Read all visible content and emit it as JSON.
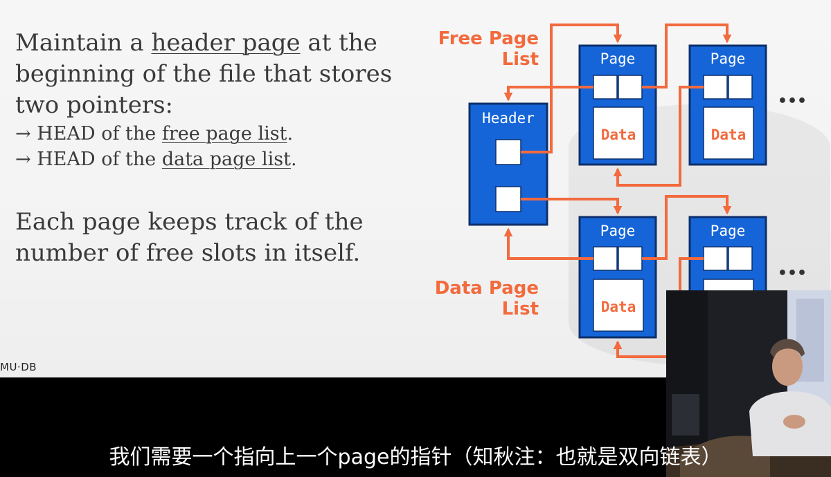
{
  "slide": {
    "para1": {
      "before": "Maintain a ",
      "link": "header page",
      "after": " at the beginning of the file that stores two pointers:"
    },
    "bullets": [
      {
        "arrow": "→",
        "prefix": " HEAD of the ",
        "link": "free page list",
        "suffix": "."
      },
      {
        "arrow": "→",
        "prefix": " HEAD of the ",
        "link": "data page list",
        "suffix": "."
      }
    ],
    "para2": "Each page keeps track of the number of free slots in itself.",
    "logo": "MU·DB"
  },
  "diagram": {
    "free_list_label": [
      "Free Page",
      "List"
    ],
    "data_list_label": [
      "Data Page",
      "List"
    ],
    "header_label": "Header",
    "page_label": "Page",
    "data_label": "Data",
    "ellipsis": "•••",
    "colors": {
      "box": "#1565d8",
      "box_border": "#0d2f6b",
      "arrow": "#f26a3d",
      "label": "#f26a3d"
    }
  },
  "subtitle": "我们需要一个指向上一个page的指针（知秋注：也就是双向链表）"
}
